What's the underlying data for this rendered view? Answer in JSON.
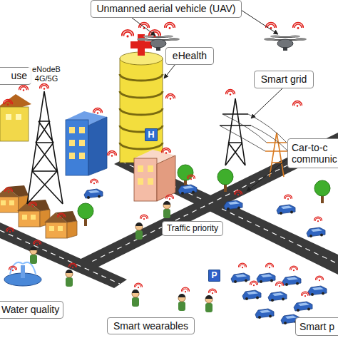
{
  "diagram": {
    "nodes": [
      {
        "text": [
          "Unmanned aerial vehicle (UAV)"
        ]
      },
      {
        "text": [
          "use"
        ]
      },
      {
        "text": [
          "eHealth"
        ]
      },
      {
        "text": [
          "Smart grid"
        ]
      },
      {
        "text": [
          "H"
        ]
      },
      {
        "text": [
          "Car-to-c communic"
        ]
      },
      {
        "text": [
          "Traffic priority"
        ]
      },
      {
        "text": [
          "P"
        ]
      },
      {
        "text": [
          "Water quality"
        ]
      },
      {
        "text": [
          "Smart wearables"
        ]
      },
      {
        "text": [
          "Smart p"
        ]
      }
    ],
    "labels": [
      "eNodeB 4G/5G"
    ]
  }
}
